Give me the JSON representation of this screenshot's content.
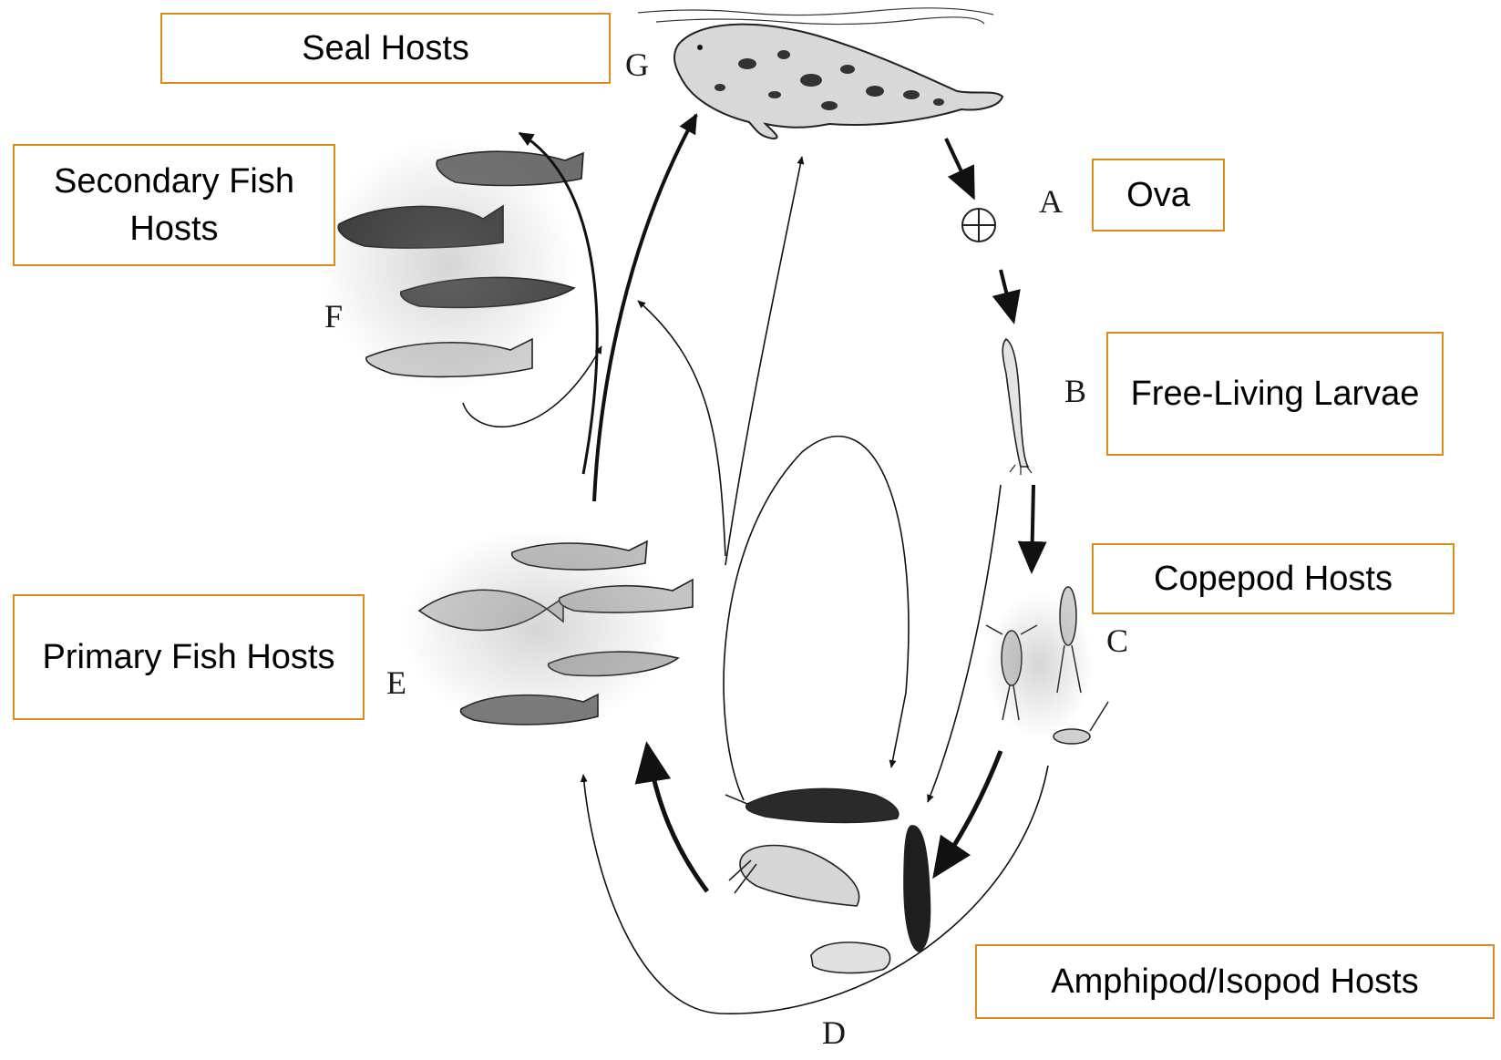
{
  "labels": {
    "seal": "Seal Hosts",
    "secondary_fish": "Secondary Fish Hosts",
    "ova": "Ova",
    "free_living": "Free-Living Larvae",
    "copepod": "Copepod Hosts",
    "primary_fish": "Primary Fish Hosts",
    "amphipod": "Amphipod/Isopod Hosts"
  },
  "stage_letters": {
    "a": "A",
    "b": "B",
    "c": "C",
    "d": "D",
    "e": "E",
    "f": "F",
    "g": "G"
  },
  "colors": {
    "box_border": "#e08a1e",
    "ink": "#111111"
  }
}
